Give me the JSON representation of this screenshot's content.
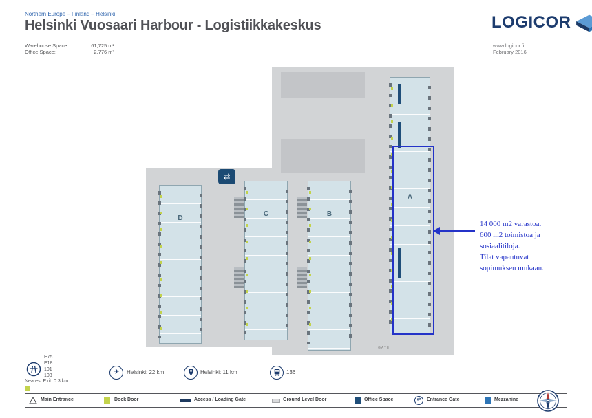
{
  "header": {
    "breadcrumb": "Northern Europe – Finland – Helsinki",
    "title": "Helsinki Vuosaari Harbour - Logistiikkakeskus",
    "stats": [
      {
        "label": "Warehouse Space:",
        "value": "61,725 m²"
      },
      {
        "label": "Office Space:",
        "value": "2,776 m²"
      }
    ],
    "logo_text": "LOGICOR",
    "website": "www.logicor.fi",
    "date": "February 2016"
  },
  "map": {
    "buildings": [
      {
        "label": "D"
      },
      {
        "label": "C"
      },
      {
        "label": "B"
      },
      {
        "label": "A"
      }
    ],
    "selected_building": "A",
    "gate_label": "GATE",
    "annotation_lines": [
      "14 000 m2 varastoa.",
      "600 m2 toimistoa ja",
      "sosiaalitiloja.",
      "Tilat vapautuvat",
      "sopimuksen mukaan."
    ]
  },
  "footer": {
    "roads": [
      "E75",
      "E18",
      "101",
      "103"
    ],
    "nearest_exit": "Nearest Exit: 0.3 km",
    "transport": [
      {
        "icon": "plane-icon",
        "text": "Helsinki:  22 km"
      },
      {
        "icon": "map-pin-icon",
        "text": "Helsinki:  11 km"
      },
      {
        "icon": "bus-icon",
        "text": "136"
      }
    ],
    "legend": [
      {
        "icon": "main-entrance-icon",
        "label": "Main Entrance"
      },
      {
        "icon": "dock-door-icon",
        "label": "Dock Door"
      },
      {
        "icon": "access-loading-gate-icon",
        "label": "Access / Loading Gate"
      },
      {
        "icon": "ground-level-door-icon",
        "label": "Ground Level Door"
      },
      {
        "icon": "office-space-icon",
        "label": "Office Space"
      },
      {
        "icon": "entrance-gate-icon",
        "label": "Entrance Gate"
      },
      {
        "icon": "mezzanine-icon",
        "label": "Mezzanine"
      }
    ]
  },
  "icons": {
    "plane": "✈",
    "entrance_gate": "⇄"
  },
  "colors": {
    "highlight_blue": "#2433c8",
    "dock_door_green": "#c3d34c",
    "office_space_navy": "#1f4e79",
    "mezzanine_blue": "#2e75b6",
    "logo_navy": "#1d3c6e",
    "building_fill": "#d3e2e8",
    "site_gray": "#d2d4d6"
  }
}
